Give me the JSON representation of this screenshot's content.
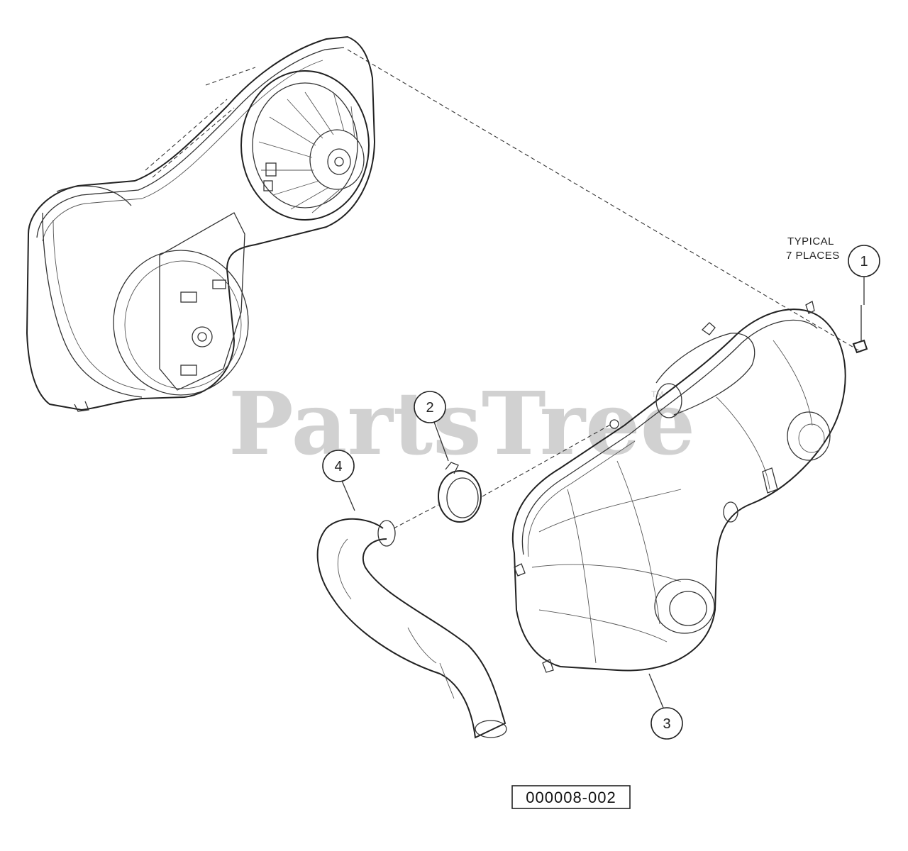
{
  "watermark": {
    "text": "PartsTree",
    "trademark": "TM"
  },
  "note": {
    "line1": "TYPICAL",
    "line2": "7 PLACES"
  },
  "callouts": [
    {
      "number": "1"
    },
    {
      "number": "2"
    },
    {
      "number": "3"
    },
    {
      "number": "4"
    }
  ],
  "drawing_code": "000008-002"
}
